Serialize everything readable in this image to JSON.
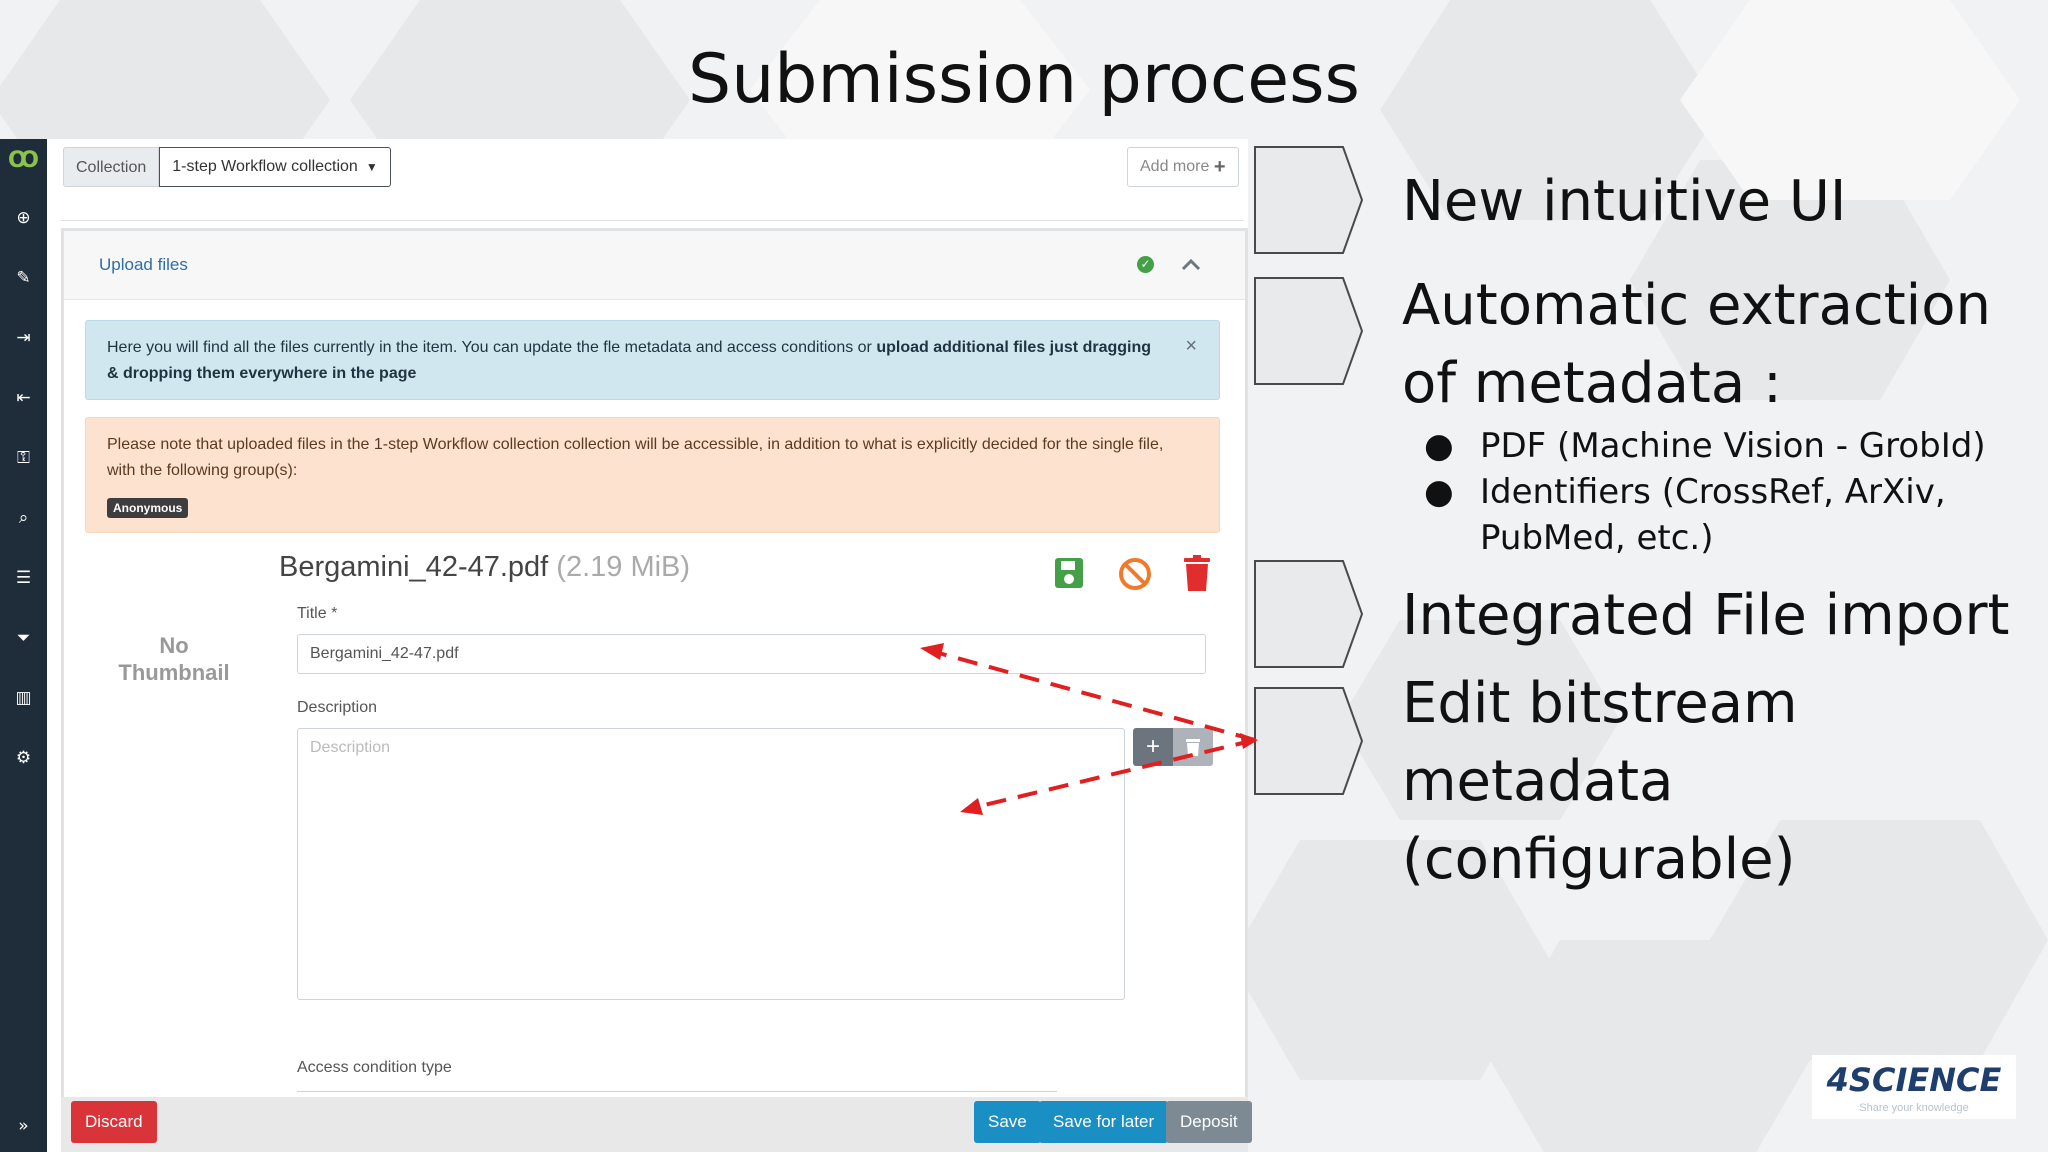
{
  "slide": {
    "title": "Submission process"
  },
  "app": {
    "sidebar": {
      "icons": [
        "logo-icon",
        "plus-circle-icon",
        "pencil-icon",
        "sign-in-icon",
        "sign-out-icon",
        "key-icon",
        "search-icon",
        "list-icon",
        "filter-icon",
        "bar-chart-icon",
        "cogs-icon",
        "double-chevron-right-icon"
      ]
    },
    "collection": {
      "label": "Collection",
      "selected": "1-step Workflow collection"
    },
    "add_more_label": "Add more",
    "upload_panel": {
      "title": "Upload files"
    },
    "info_alert": {
      "text_part1": "Here you will find all the files currently in the item. You can update the fle metadata and access conditions or ",
      "text_bold": "upload additional files just dragging & dropping them everywhere in the page"
    },
    "warn_alert": {
      "text": "Please note that uploaded files in the 1-step Workflow collection collection will be accessible, in addition to what is explicitly decided for the single file, with the following group(s):",
      "badge": "Anonymous"
    },
    "file": {
      "no_thumbnail": "No Thumbnail",
      "name": "Bergamini_42-47.pdf",
      "size": "(2.19 MiB)",
      "title_label": "Title *",
      "title_value": "Bergamini_42-47.pdf",
      "description_label": "Description",
      "description_placeholder": "Description",
      "access_label": "Access condition type"
    },
    "buttons": {
      "discard": "Discard",
      "save": "Save",
      "save_later": "Save for later",
      "deposit": "Deposit"
    }
  },
  "features": {
    "item1": "New intuitive UI",
    "item2_line1": "Automatic extraction",
    "item2_line2": "of metadata :",
    "bullet1": "PDF (Machine Vision - GrobId)",
    "bullet2_line1": "Identifiers (CrossRef, ArXiv,",
    "bullet2_line2": "PubMed, etc.)",
    "item3": "Integrated File import",
    "item4_line1": "Edit bitstream",
    "item4_line2": "metadata (configurable)"
  },
  "logo": {
    "name": "4SCIENCE",
    "tagline": "Share your knowledge"
  },
  "colors": {
    "sidebar": "#1f2d3a",
    "link": "#2f6ea5",
    "success": "#43a047",
    "danger": "#d9343a",
    "primary": "#1a8fc4",
    "arrow": "#e02020"
  }
}
